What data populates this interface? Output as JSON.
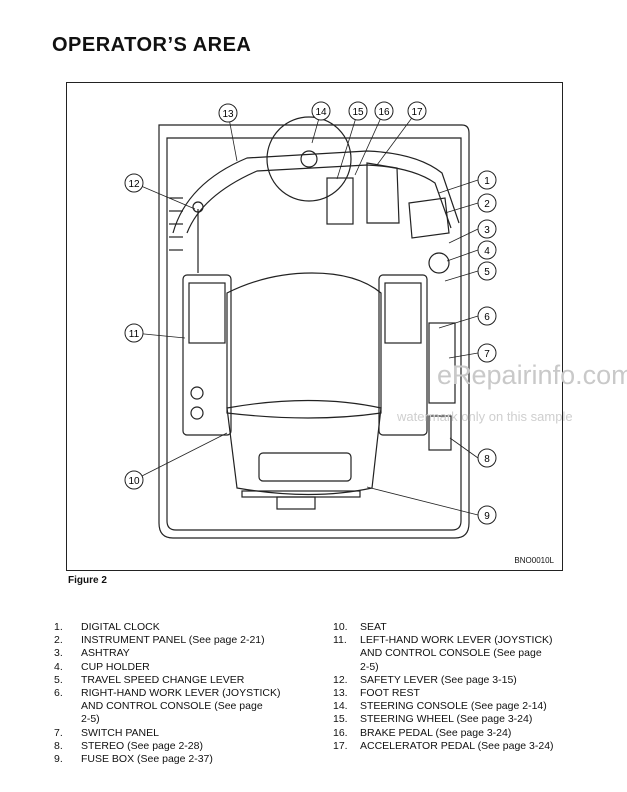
{
  "page": {
    "title": "OPERATOR’S AREA",
    "figure_code": "BNO0010L",
    "figure_caption": "Figure 2"
  },
  "callouts": [
    "1",
    "2",
    "3",
    "4",
    "5",
    "6",
    "7",
    "8",
    "9",
    "10",
    "11",
    "12",
    "13",
    "14",
    "15",
    "16",
    "17"
  ],
  "legend_left": [
    {
      "num": "1.",
      "lines": [
        "DIGITAL CLOCK"
      ]
    },
    {
      "num": "2.",
      "lines": [
        "INSTRUMENT PANEL (See page 2-21)"
      ]
    },
    {
      "num": "3.",
      "lines": [
        "ASHTRAY"
      ]
    },
    {
      "num": "4.",
      "lines": [
        "CUP HOLDER"
      ]
    },
    {
      "num": "5.",
      "lines": [
        "TRAVEL SPEED CHANGE LEVER"
      ]
    },
    {
      "num": "6.",
      "lines": [
        "RIGHT-HAND WORK LEVER (JOYSTICK)",
        "AND CONTROL CONSOLE (See page",
        "2-5)"
      ]
    },
    {
      "num": "7.",
      "lines": [
        "SWITCH PANEL"
      ]
    },
    {
      "num": "8.",
      "lines": [
        "STEREO (See page 2-28)"
      ]
    },
    {
      "num": "9.",
      "lines": [
        "FUSE BOX (See page 2-37)"
      ]
    }
  ],
  "legend_right": [
    {
      "num": "10.",
      "lines": [
        "SEAT"
      ]
    },
    {
      "num": "11.",
      "lines": [
        "LEFT-HAND WORK LEVER (JOYSTICK)",
        "AND CONTROL CONSOLE (See page",
        "2-5)"
      ]
    },
    {
      "num": "12.",
      "lines": [
        "SAFETY LEVER (See page 3-15)"
      ]
    },
    {
      "num": "13.",
      "lines": [
        "FOOT REST"
      ]
    },
    {
      "num": "14.",
      "lines": [
        "STEERING CONSOLE (See page 2-14)"
      ]
    },
    {
      "num": "15.",
      "lines": [
        "STEERING WHEEL (See page 3-24)"
      ]
    },
    {
      "num": "16.",
      "lines": [
        "BRAKE PEDAL (See page 3-24)"
      ]
    },
    {
      "num": "17.",
      "lines": [
        "ACCELERATOR PEDAL (See page 3-24)"
      ]
    }
  ],
  "watermark": {
    "site": "eRepairinfo.com",
    "note": "watermark only on this sample"
  }
}
